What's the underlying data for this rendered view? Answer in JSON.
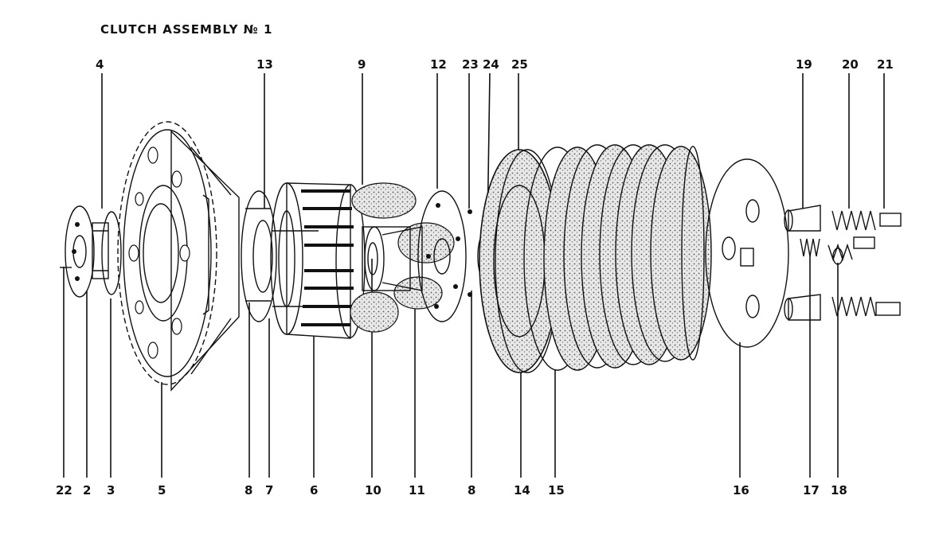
{
  "title": "CLUTCH  ASSEMBLY  № 1",
  "callouts": {
    "top": [
      "4",
      "13",
      "9",
      "12",
      "23",
      "24",
      "25",
      "19",
      "20",
      "21"
    ],
    "bottom": [
      "22",
      "2",
      "3",
      "5",
      "8",
      "7",
      "6",
      "10",
      "11",
      "8",
      "14",
      "15",
      "16",
      "17",
      "18"
    ]
  }
}
